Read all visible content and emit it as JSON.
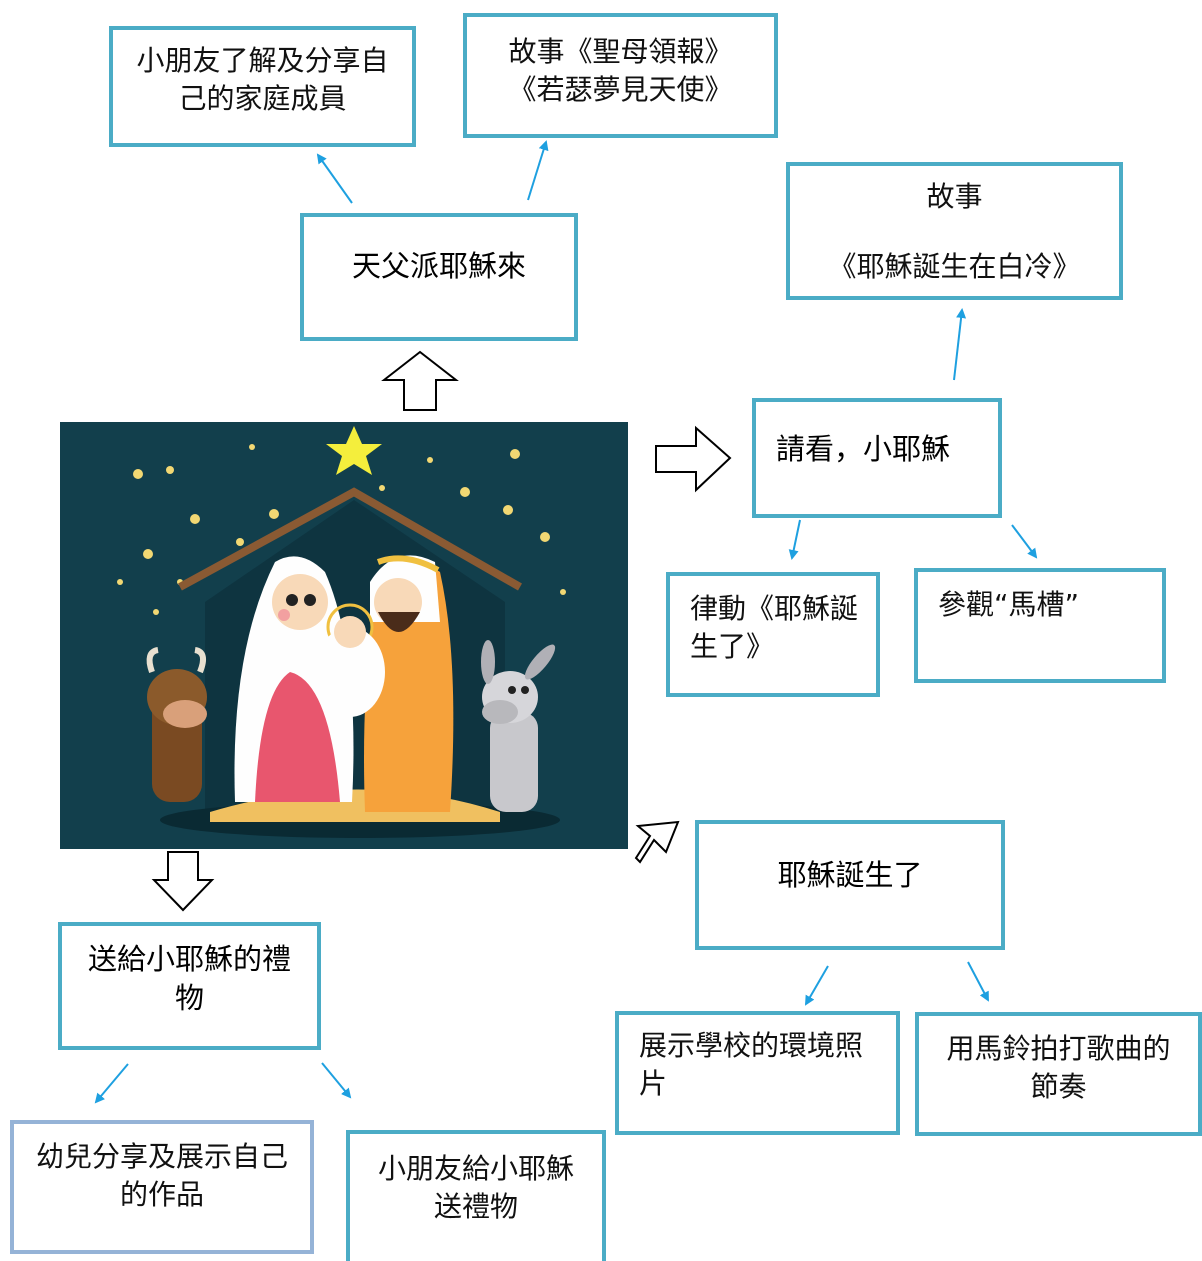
{
  "center": {
    "branches": {
      "top": {
        "label": "天父派耶穌來",
        "children": [
          {
            "text": "小朋友了解及分享自己的家庭成員"
          },
          {
            "text": "故事《聖母領報》《若瑟夢見天使》"
          }
        ]
      },
      "right": {
        "label": "請看，小耶穌",
        "child_story": {
          "line1": "故事",
          "line2": "《耶穌誕生在白冷》"
        },
        "children": [
          {
            "text": "律動《耶穌誕生了》"
          },
          {
            "text": "參觀“馬槽”"
          }
        ]
      },
      "bottom_right": {
        "label": "耶穌誕生了",
        "children": [
          {
            "text": "展示學校的環境照片"
          },
          {
            "text": "用馬鈴拍打歌曲的節奏"
          }
        ]
      },
      "bottom_left": {
        "label": "送給小耶穌的禮物",
        "children": [
          {
            "text": "幼兒分享及展示自己的作品"
          },
          {
            "text": "小朋友給小耶穌送禮物"
          }
        ]
      }
    }
  },
  "colors": {
    "box_border": "#4bacc6",
    "box_border_light": "#95b3d7",
    "arrow": "#1ea0e0",
    "scene_bg": "#123f4c",
    "star": "#f4ee3c"
  }
}
